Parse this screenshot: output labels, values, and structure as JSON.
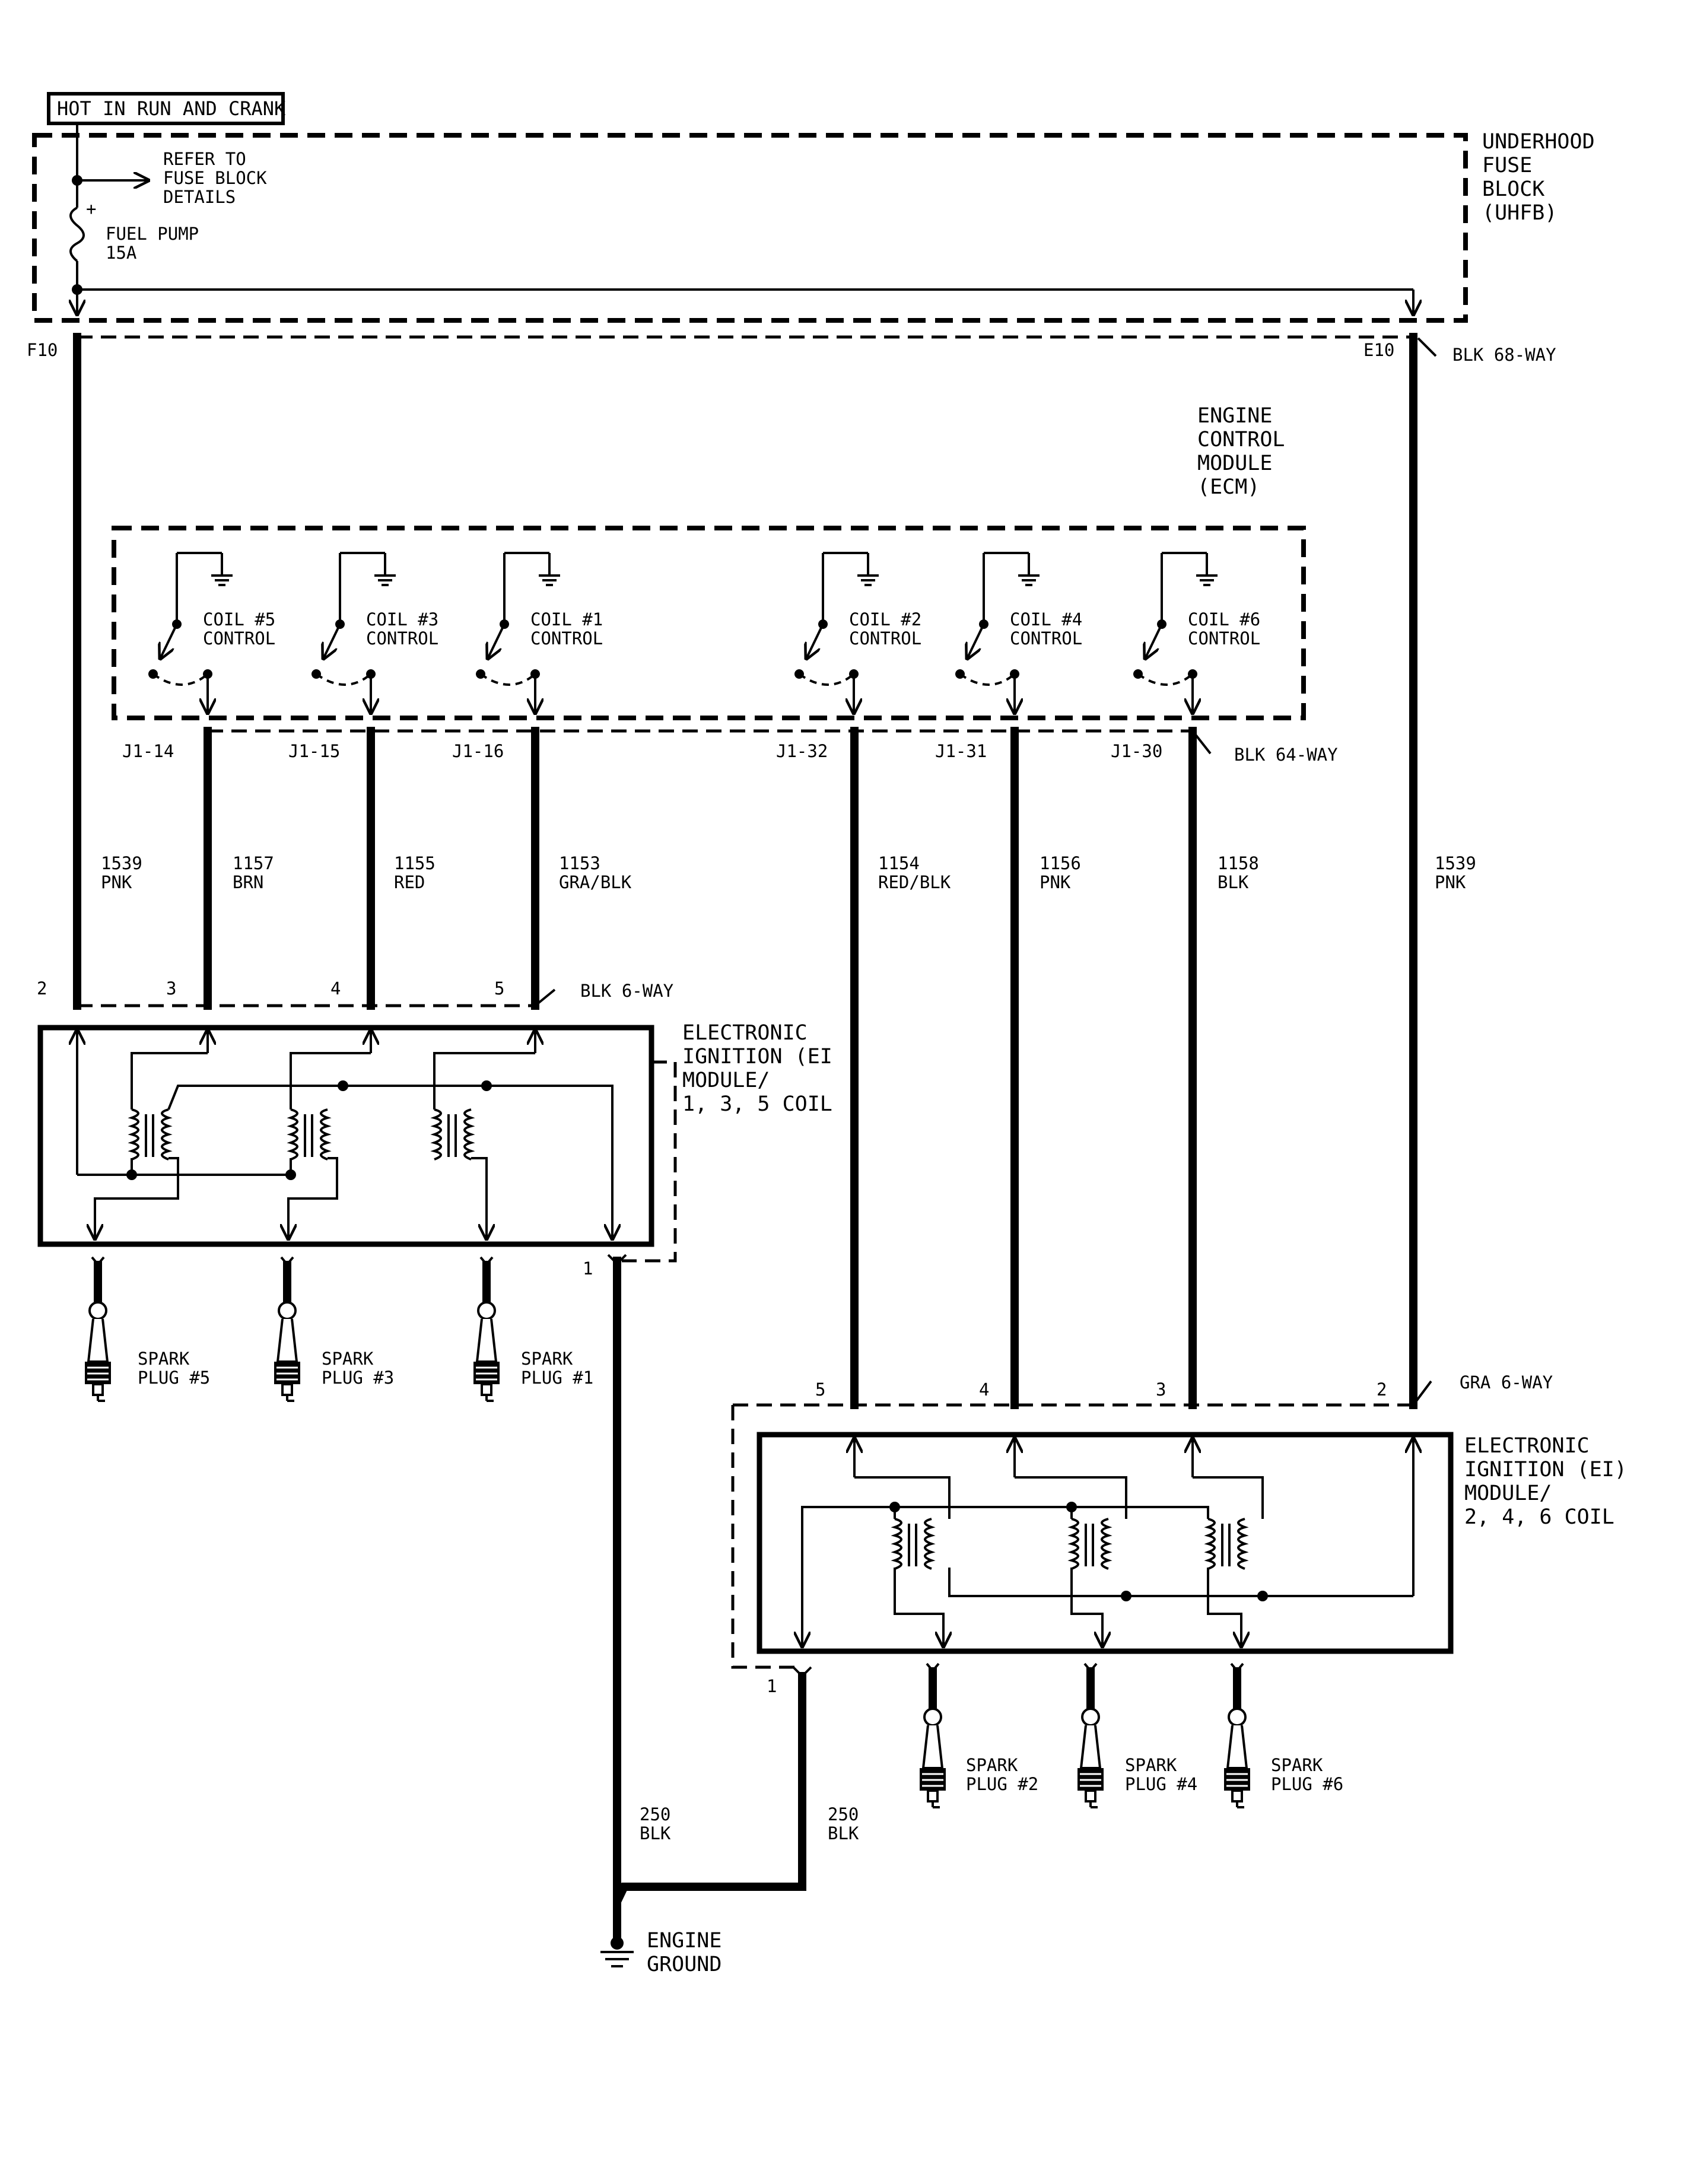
{
  "power": {
    "label": "HOT IN RUN AND CRANK"
  },
  "fuse_block": {
    "lines": [
      "UNDERHOOD",
      "FUSE",
      "BLOCK",
      "(UHFB)"
    ],
    "refer_lines": [
      "REFER TO",
      "FUSE BLOCK",
      "DETAILS"
    ],
    "fuse_lines": [
      "FUEL PUMP",
      "15A"
    ],
    "plus": "+",
    "pin_left": "F10",
    "pin_right": "E10",
    "connector": "BLK 68-WAY"
  },
  "ecm": {
    "lines": [
      "ENGINE",
      "CONTROL",
      "MODULE",
      "(ECM)"
    ],
    "connector": "BLK 64-WAY",
    "controls": [
      {
        "name": "COIL #5",
        "sub": "CONTROL",
        "pin": "J1-14",
        "circuit": "1157",
        "color": "BRN"
      },
      {
        "name": "COIL #3",
        "sub": "CONTROL",
        "pin": "J1-15",
        "circuit": "1155",
        "color": "RED"
      },
      {
        "name": "COIL #1",
        "sub": "CONTROL",
        "pin": "J1-16",
        "circuit": "1153",
        "color": "GRA/BLK"
      },
      {
        "name": "COIL #2",
        "sub": "CONTROL",
        "pin": "J1-32",
        "circuit": "1154",
        "color": "RED/BLK"
      },
      {
        "name": "COIL #4",
        "sub": "CONTROL",
        "pin": "J1-31",
        "circuit": "1156",
        "color": "PNK"
      },
      {
        "name": "COIL #6",
        "sub": "CONTROL",
        "pin": "J1-30",
        "circuit": "1158",
        "color": "BLK"
      }
    ]
  },
  "feed_left": {
    "circuit": "1539",
    "color": "PNK"
  },
  "feed_right": {
    "circuit": "1539",
    "color": "PNK"
  },
  "ei_module_a": {
    "lines": [
      "ELECTRONIC",
      "IGNITION (EI",
      "MODULE/",
      "1, 3, 5 COIL"
    ],
    "connector": "BLK 6-WAY",
    "pins": [
      "2",
      "3",
      "4",
      "5"
    ],
    "ground_pin": "1",
    "plugs": [
      {
        "l1": "SPARK",
        "l2": "PLUG #5"
      },
      {
        "l1": "SPARK",
        "l2": "PLUG #3"
      },
      {
        "l1": "SPARK",
        "l2": "PLUG #1"
      }
    ]
  },
  "ei_module_b": {
    "lines": [
      "ELECTRONIC",
      "IGNITION (EI)",
      "MODULE/",
      "2, 4, 6 COIL"
    ],
    "connector": "GRA 6-WAY",
    "pins": [
      "5",
      "4",
      "3",
      "2"
    ],
    "ground_pin": "1",
    "plugs": [
      {
        "l1": "SPARK",
        "l2": "PLUG #2"
      },
      {
        "l1": "SPARK",
        "l2": "PLUG #4"
      },
      {
        "l1": "SPARK",
        "l2": "PLUG #6"
      }
    ]
  },
  "ground": {
    "lines": [
      "ENGINE",
      "GROUND"
    ],
    "left_circuit": "250",
    "left_color": "BLK",
    "right_circuit": "250",
    "right_color": "BLK"
  }
}
